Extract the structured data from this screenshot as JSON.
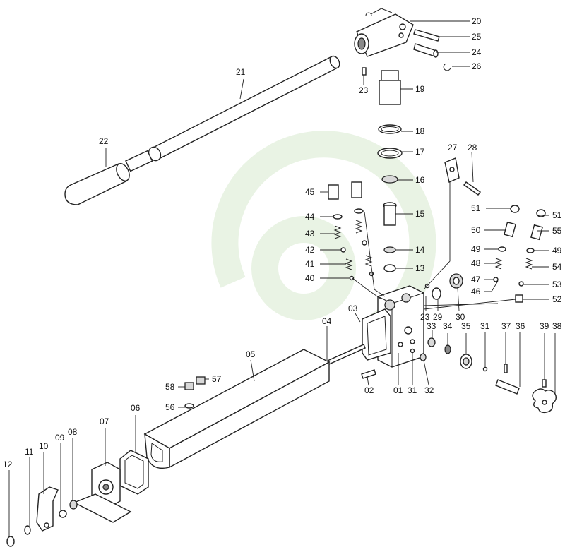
{
  "labels": {
    "20": "20",
    "25": "25",
    "24": "24",
    "26": "26",
    "23": "23",
    "19": "19",
    "21": "21",
    "22": "22",
    "18": "18",
    "17": "17",
    "16": "16",
    "27": "27",
    "28": "28",
    "45": "45",
    "44": "44",
    "43": "43",
    "42": "42",
    "41": "41",
    "40": "40",
    "15": "15",
    "14": "14",
    "13": "13",
    "51": "51",
    "50": "50",
    "49": "49",
    "48": "48",
    "47": "47",
    "46": "46",
    "51r": "51",
    "55": "55",
    "49r": "49",
    "54": "54",
    "53": "53",
    "52": "52",
    "23b": "23",
    "29": "29",
    "30": "30",
    "33": "33",
    "34": "34",
    "35": "35",
    "31a": "31",
    "37": "37",
    "36": "36",
    "39": "39",
    "38": "38",
    "03": "03",
    "04": "04",
    "05": "05",
    "57": "57",
    "58": "58",
    "56": "56",
    "02": "02",
    "01": "01",
    "31b": "31",
    "32": "32",
    "06": "06",
    "07": "07",
    "08": "08",
    "09": "09",
    "10": "10",
    "11": "11",
    "12": "12"
  },
  "colors": {
    "line": "#222222",
    "watermark": "#e9f3e4"
  }
}
